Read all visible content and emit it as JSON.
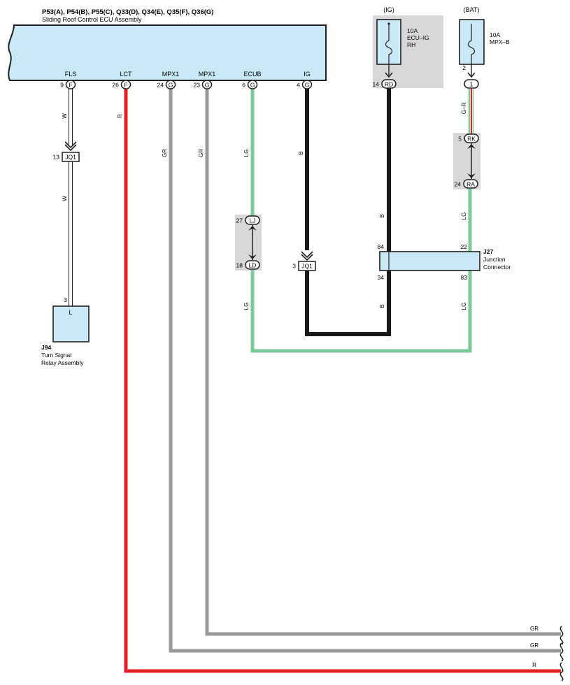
{
  "ecu": {
    "codes": "P53(A), P54(B), P55(C), Q33(D), Q34(E), Q35(F), Q36(G)",
    "name": "Sliding Roof Control ECU Assembly",
    "terminals": [
      {
        "label": "FLS",
        "pin": "9",
        "conn": "F"
      },
      {
        "label": "LCT",
        "pin": "26",
        "conn": "F"
      },
      {
        "label": "MPX1",
        "pin": "24",
        "conn": "G"
      },
      {
        "label": "MPX1",
        "pin": "23",
        "conn": "G"
      },
      {
        "label": "ECUB",
        "pin": "6",
        "conn": "G"
      },
      {
        "label": "IG",
        "pin": "4",
        "conn": "G"
      }
    ]
  },
  "fuse_ig": {
    "source": "(IG)",
    "rating": "10A",
    "name_line1": "ECU–IG",
    "name_line2": "RH",
    "pin": "14",
    "conn": "RD"
  },
  "fuse_bat": {
    "source": "(BAT)",
    "rating": "10A",
    "name": "MPX–B",
    "pin_top": "2",
    "conn": "1"
  },
  "connectors": {
    "jq1_left": {
      "pin": "13",
      "label": "JQ1"
    },
    "jq1_right": {
      "pin": "3",
      "label": "JQ1"
    },
    "lj": {
      "pin": "27",
      "label": "LJ"
    },
    "ld": {
      "pin": "18",
      "label": "LD"
    },
    "rk": {
      "pin": "5",
      "label": "RK"
    },
    "ra": {
      "pin": "24",
      "label": "RA"
    }
  },
  "j27": {
    "id": "J27",
    "name_line1": "Junction",
    "name_line2": "Connector",
    "pin_tl": "84",
    "pin_tr": "22",
    "pin_bl": "34",
    "pin_br": "83"
  },
  "j94": {
    "id": "J94",
    "name_line1": "Turn Signal",
    "name_line2": "Relay Assembly",
    "pin": "3",
    "terminal": "L"
  },
  "wire_colors": {
    "fls_upper": "W",
    "fls_lower": "W",
    "lct": "R",
    "mpx1_a": "GR",
    "mpx1_b": "GR",
    "ecub_upper": "LG",
    "ecub_lower": "LG",
    "ig": "B",
    "rd_upper": "B",
    "rd_lower": "B",
    "bat_top": "G–R",
    "bat_mid": "LG",
    "bat_lower": "LG",
    "bottom_gr1": "GR",
    "bottom_gr2": "GR",
    "bottom_r": "R"
  },
  "colors": {
    "ecu_fill": "#c9e9f8",
    "shade": "#d8d8d9",
    "white_wire": "#ffffff",
    "red_wire": "#e31e24",
    "gray_wire": "#9a9a9c",
    "green_wire": "#7cc999",
    "black_wire": "#1a1a1a",
    "red_green_stripe": "#e31e24"
  }
}
